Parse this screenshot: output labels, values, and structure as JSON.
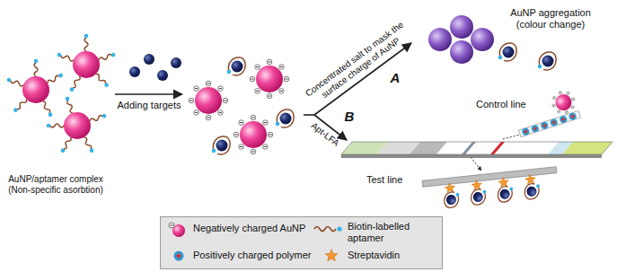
{
  "diagram": {
    "labels": [
      "AuNP/aptamer complex",
      "(Non-specific asorbtion)",
      "Adding targets",
      "Concentrated salt to mask the surface charge of AuNP",
      "A",
      "AuNP aggregation (colour change)",
      "B",
      "Apt-LFA",
      "Control line",
      "Test line"
    ],
    "legend": [
      {
        "text": "Negatively charged AuNP"
      },
      {
        "text": "Biotin-labelled aptamer"
      },
      {
        "text": "Positively charged polymer"
      },
      {
        "text": "Streptavidin"
      }
    ]
  }
}
